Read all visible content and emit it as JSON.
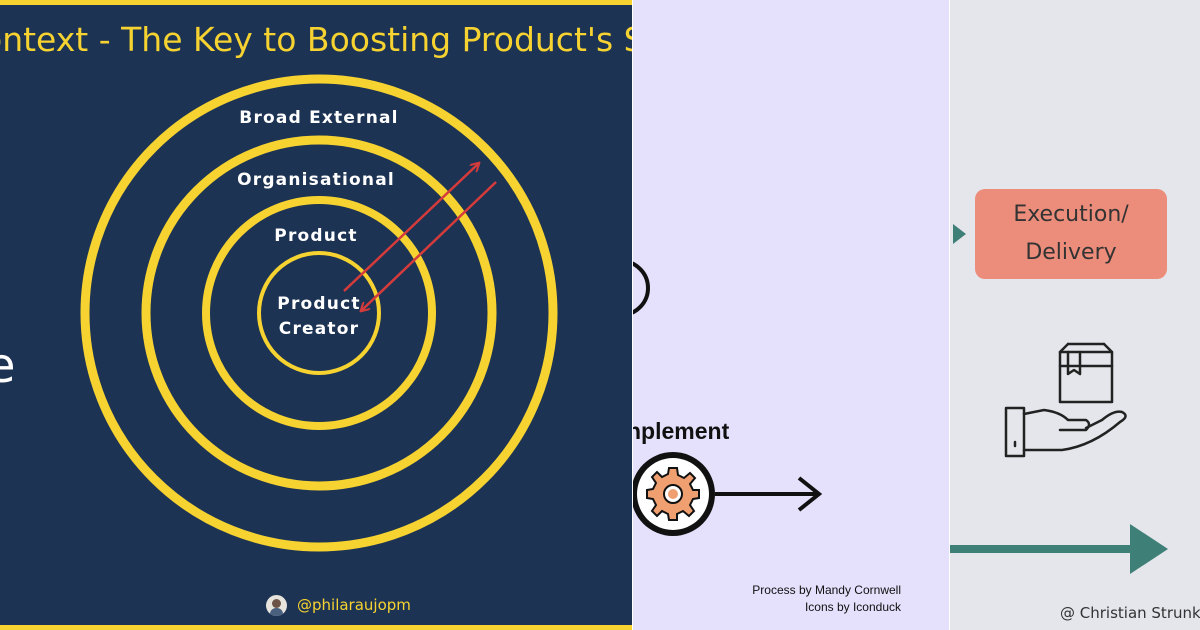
{
  "panel_context": {
    "title": "ontext - The Key to Boosting Product's Su",
    "side_fragment": "e",
    "rings": [
      {
        "label": "Broad External"
      },
      {
        "label": "Organisational"
      },
      {
        "label": "Product"
      },
      {
        "label_line1": "Product",
        "label_line2": "Creator"
      }
    ],
    "handle": "@philaraujopm",
    "colors": {
      "background": "#1d3353",
      "accent": "#f6d330",
      "arrow": "#d63b3b",
      "text": "#ffffff"
    }
  },
  "panel_process": {
    "stage_label": "nplement",
    "stage_icon": "gear-icon",
    "credits": [
      "Process by Mandy Cornwell",
      "Icons by Iconduck"
    ],
    "colors": {
      "background": "#e5e0fb",
      "gear": "#f0a070"
    }
  },
  "panel_delivery": {
    "box_line1": "Execution/",
    "box_line2": "Delivery",
    "icon": "hand-holding-box-icon",
    "author": "@ Christian Strunk",
    "colors": {
      "background": "#e4e6eb",
      "box": "#ec8d7b",
      "arrow": "#3e7f78"
    }
  }
}
